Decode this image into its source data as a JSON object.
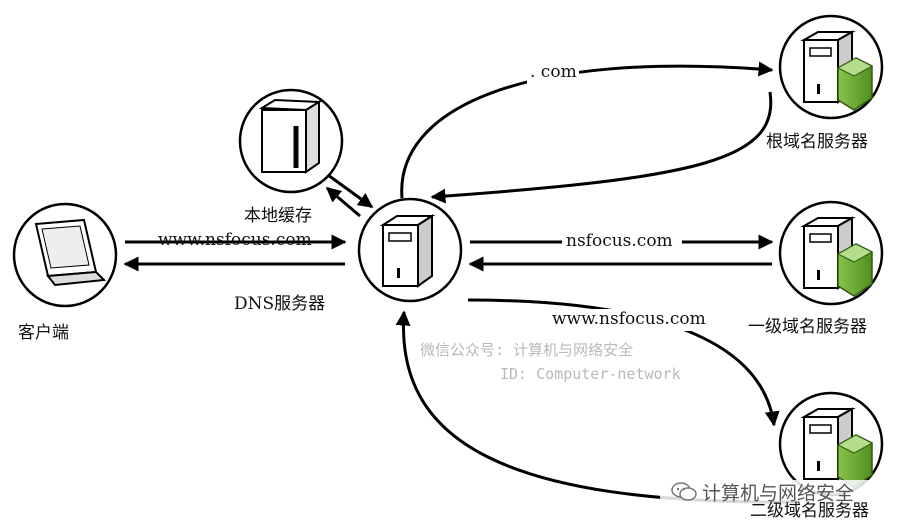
{
  "nodes": {
    "client": "客户端",
    "local_cache": "本地缓存",
    "dns_server": "DNS服务器",
    "root_server": "根域名服务器",
    "tld_server": "一级域名服务器",
    "sld_server": "二级域名服务器"
  },
  "edges": {
    "client_query": "www.nsfocus.com",
    "root_query": ". com",
    "tld_query": "nsfocus.com",
    "sld_query": "www.nsfocus.com"
  },
  "watermark": {
    "line1": "微信公众号: 计算机与网络安全",
    "line2": "ID: Computer-network"
  },
  "brand": {
    "text": "计算机与网络安全",
    "icon": "wechat-icon"
  },
  "colors": {
    "line": "#000000",
    "server_accent": "#6cae3a",
    "watermark": "#b9b9b9"
  }
}
